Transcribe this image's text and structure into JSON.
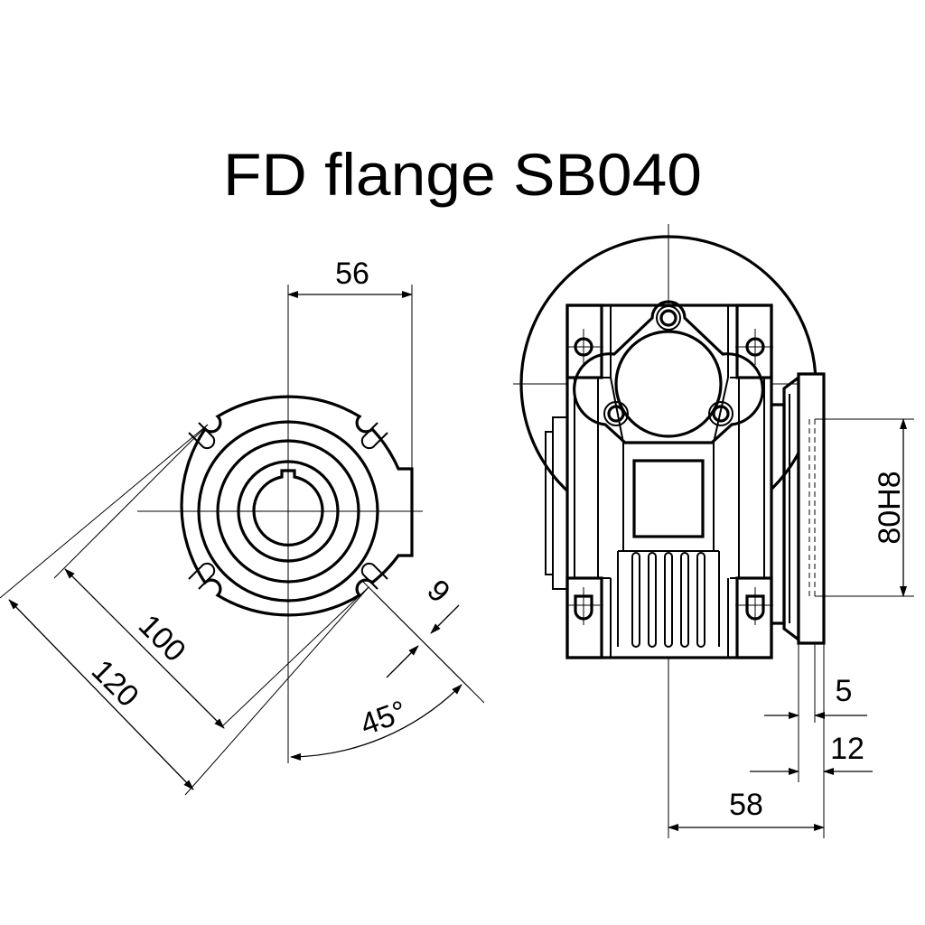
{
  "title": "FD flange SB040",
  "dimensions": {
    "d56": "56",
    "d100": "100",
    "d120": "120",
    "d9": "9",
    "angle45": "45°",
    "d80h8": "80H8",
    "d5": "5",
    "d12": "12",
    "d58": "58"
  }
}
